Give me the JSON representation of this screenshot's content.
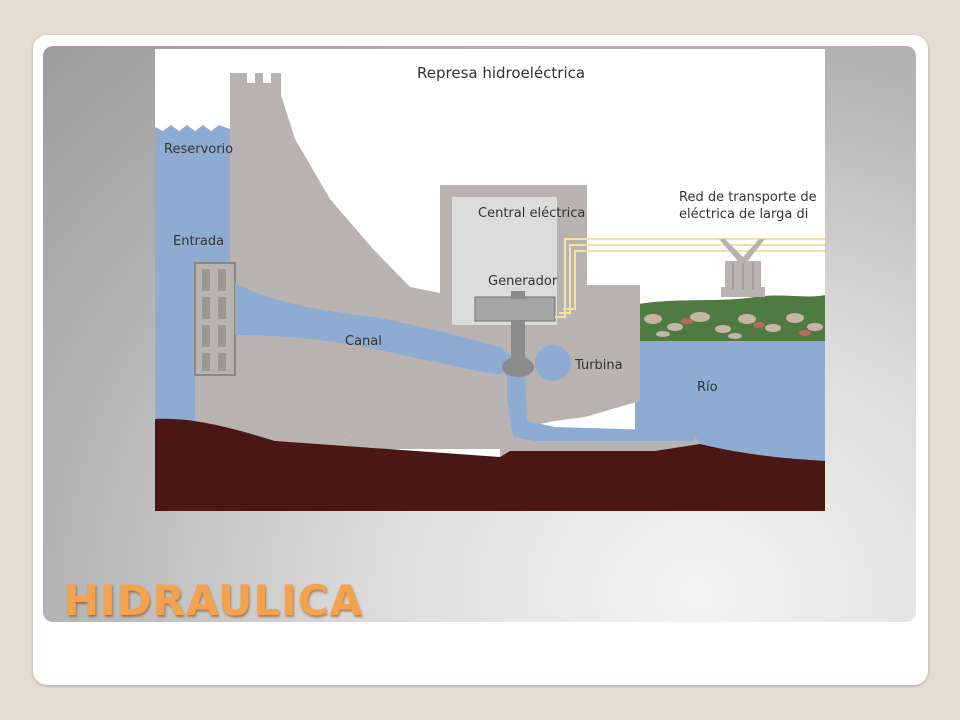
{
  "slide": {
    "title": "HIDRAULICA",
    "title_color": "#f5a24d"
  },
  "diagram": {
    "title": "Represa hidroeléctrica",
    "labels": {
      "reservoir": "Reservorio",
      "intake": "Entrada",
      "powerhouse": "Central eléctrica",
      "transmission_line1": "Red de transporte de",
      "transmission_line2": "eléctrica de larga di",
      "generator": "Generador",
      "canal": "Canal",
      "turbine": "Turbina",
      "river": "Río"
    },
    "colors": {
      "water": "#8eacd2",
      "concrete": "#b8b3b0",
      "powerhouse_interior": "#dcdcdc",
      "ground": "#4a1714",
      "grass": "#4f7a42",
      "wires": "#f3e2a2"
    }
  }
}
